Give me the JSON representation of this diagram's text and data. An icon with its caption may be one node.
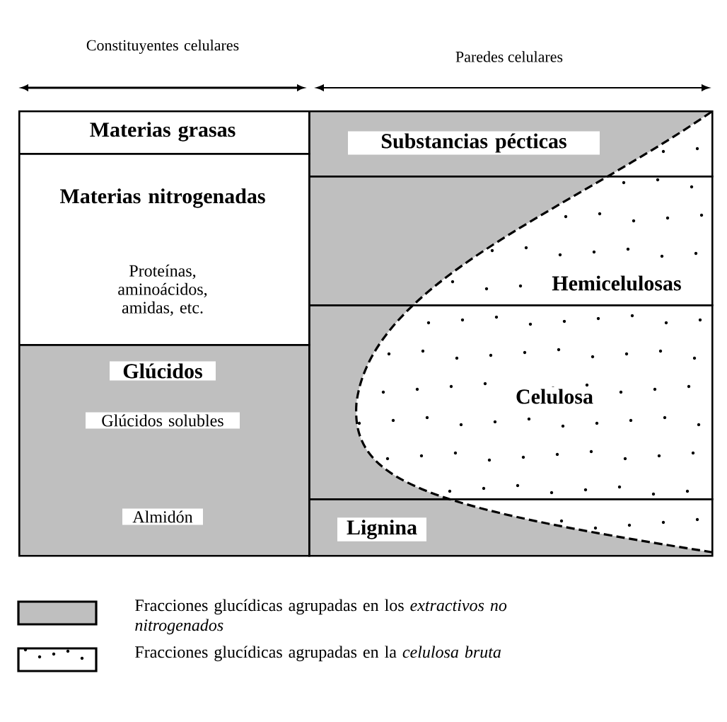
{
  "diagram": {
    "nodes": [
      {
        "text": [
          "Materias grasas"
        ]
      },
      {
        "text": [
          "Materias nitrogenadas",
          "Proteínas, aminoácidos, amidas, etc."
        ]
      },
      {
        "text": [
          "Glúcidos",
          "Glúcidos solubles",
          "Almidón"
        ]
      },
      {
        "text": [
          "Substancias pécticas"
        ]
      },
      {
        "text": [
          "Hemicelulosas"
        ]
      },
      {
        "text": [
          "Celulosa"
        ]
      },
      {
        "text": [
          "Lignina"
        ]
      }
    ],
    "labels": [
      "Constituyentes celulares",
      "Paredes celulares"
    ],
    "legend": [
      {
        "text": "Fracciones glucídicas agrupadas en los *extractivos no nitrogenados*"
      },
      {
        "text": "Fracciones glucídicas agrupadas en la *celulosa bruta*"
      }
    ]
  }
}
